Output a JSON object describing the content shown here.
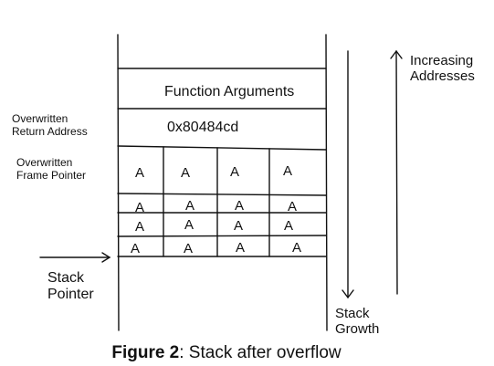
{
  "stack": {
    "function_arguments": "Function Arguments",
    "return_address_value": "0x80484cd",
    "fill_char": "A"
  },
  "labels": {
    "overwritten_return_address": "Overwritten\nReturn Address",
    "overwritten_frame_pointer": "Overwritten\nFrame Pointer",
    "stack_pointer": "Stack\nPointer",
    "stack_growth": "Stack\nGrowth",
    "increasing_addresses": "Increasing\nAddresses"
  },
  "caption": {
    "figure_label": "Figure 2",
    "text": ": Stack after overflow"
  },
  "colors": {
    "ink": "#111111",
    "background": "#ffffff"
  }
}
